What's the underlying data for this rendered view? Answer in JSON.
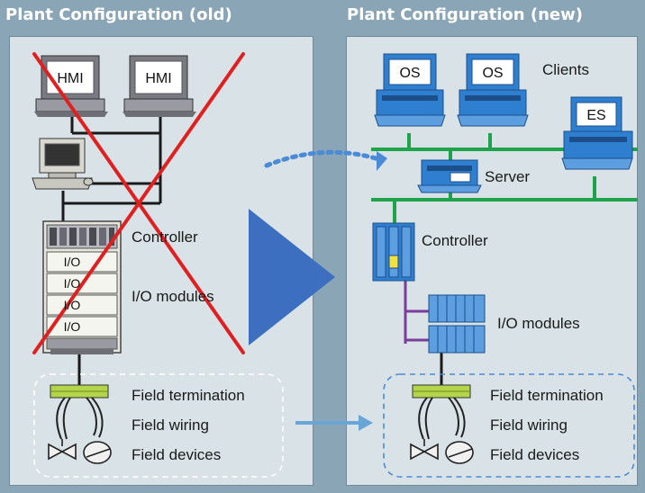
{
  "old_config": {
    "title": "Plant Configuration (old)",
    "hmi_labels": [
      "HMI",
      "HMI"
    ],
    "controller_label": "Controller",
    "io_slot_labels": [
      "I/O",
      "I/O",
      "I/O",
      "I/O"
    ],
    "io_modules_label": "I/O modules",
    "field_termination_label": "Field termination",
    "field_wiring_label": "Field wiring",
    "field_devices_label": "Field devices"
  },
  "new_config": {
    "title": "Plant Configuration (new)",
    "os_labels": [
      "OS",
      "OS"
    ],
    "clients_label": "Clients",
    "es_label": "ES",
    "server_label": "Server",
    "controller_label": "Controller",
    "io_modules_label": "I/O modules",
    "field_termination_label": "Field termination",
    "field_wiring_label": "Field wiring",
    "field_devices_label": "Field devices"
  },
  "colors": {
    "background": "#8aa5b6",
    "panel": "#d8e2e7",
    "cross": "#e02020",
    "bus_green": "#1fa34a",
    "io_bus_purple": "#7a3d9a",
    "arrow_blue": "#3c6fbf",
    "pc_blue": "#2f7fd0"
  }
}
